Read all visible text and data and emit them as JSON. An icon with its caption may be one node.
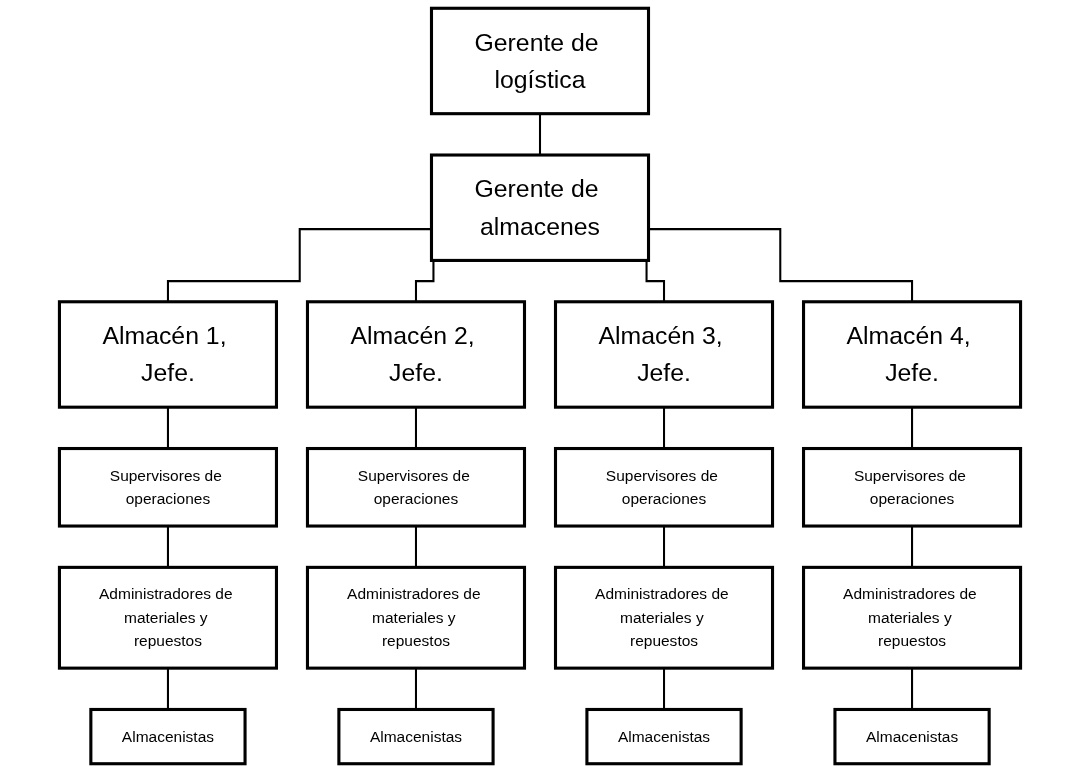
{
  "diagram": {
    "nodes": [
      {
        "text": [
          "Gerente de logística"
        ]
      },
      {
        "text": [
          "Gerente de almacenes"
        ]
      },
      {
        "text": [
          "Almacén 1, Jefe."
        ]
      },
      {
        "text": [
          "Almacén 2, Jefe."
        ]
      },
      {
        "text": [
          "Almacén 3, Jefe."
        ]
      },
      {
        "text": [
          "Almacén 4, Jefe."
        ]
      },
      {
        "text": [
          "Supervisores de operaciones"
        ]
      },
      {
        "text": [
          "Supervisores de operaciones"
        ]
      },
      {
        "text": [
          "Supervisores de operaciones"
        ]
      },
      {
        "text": [
          "Supervisores de operaciones"
        ]
      },
      {
        "text": [
          "Administradores de materiales y repuestos"
        ]
      },
      {
        "text": [
          "Administradores de materiales y repuestos"
        ]
      },
      {
        "text": [
          "Administradores de materiales y repuestos"
        ]
      },
      {
        "text": [
          "Administradores de materiales y repuestos"
        ]
      },
      {
        "text": [
          "Almacenistas"
        ]
      },
      {
        "text": [
          "Almacenistas"
        ]
      },
      {
        "text": [
          "Almacenistas"
        ]
      },
      {
        "text": [
          "Almacenistas"
        ]
      }
    ],
    "edges": [
      {
        "from": 0,
        "to": 1,
        "arrow": "none"
      },
      {
        "from": 1,
        "to": 2,
        "arrow": "none"
      },
      {
        "from": 1,
        "to": 3,
        "arrow": "none"
      },
      {
        "from": 1,
        "to": 4,
        "arrow": "none"
      },
      {
        "from": 1,
        "to": 5,
        "arrow": "none"
      },
      {
        "from": 2,
        "to": 6,
        "arrow": "none"
      },
      {
        "from": 3,
        "to": 7,
        "arrow": "none"
      },
      {
        "from": 4,
        "to": 8,
        "arrow": "none"
      },
      {
        "from": 5,
        "to": 9,
        "arrow": "none"
      },
      {
        "from": 6,
        "to": 10,
        "arrow": "none"
      },
      {
        "from": 7,
        "to": 11,
        "arrow": "none"
      },
      {
        "from": 8,
        "to": 12,
        "arrow": "none"
      },
      {
        "from": 9,
        "to": 13,
        "arrow": "none"
      },
      {
        "from": 10,
        "to": 14,
        "arrow": "none"
      },
      {
        "from": 11,
        "to": 15,
        "arrow": "none"
      },
      {
        "from": 12,
        "to": 16,
        "arrow": "none"
      },
      {
        "from": 13,
        "to": 17,
        "arrow": "none"
      }
    ]
  }
}
